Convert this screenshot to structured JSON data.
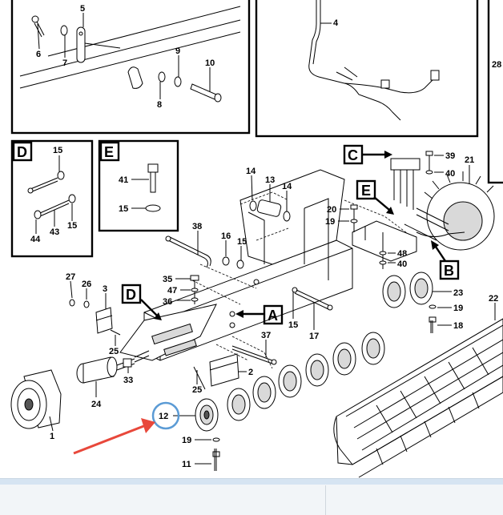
{
  "callouts": {
    "n1": "1",
    "n2": "2",
    "n3": "3",
    "n4": "4",
    "n5": "5",
    "n6": "6",
    "n7": "7",
    "n8": "8",
    "n9": "9",
    "n10": "10",
    "n11": "11",
    "n12": "12",
    "n13": "13",
    "n14a": "14",
    "n14b": "14",
    "n15a": "15",
    "n15b": "15",
    "n15c": "15",
    "n15d": "15",
    "n15e": "15",
    "n16": "16",
    "n17": "17",
    "n18": "18",
    "n19a": "19",
    "n19b": "19",
    "n19c": "19",
    "n20": "20",
    "n21": "21",
    "n22": "22",
    "n23": "23",
    "n24": "24",
    "n25a": "25",
    "n25b": "25",
    "n26": "26",
    "n27": "27",
    "n28": "28",
    "n33": "33",
    "n35": "35",
    "n36": "36",
    "n37": "37",
    "n38": "38",
    "n39": "39",
    "n40a": "40",
    "n40b": "40",
    "n41": "41",
    "n43": "43",
    "n44": "44",
    "n47": "47",
    "n48": "48"
  },
  "detail_letters": {
    "inset_d": "D",
    "inset_e": "E",
    "ref_c": "C",
    "ref_e": "E",
    "ref_b": "B",
    "ref_a": "A",
    "ref_d": "D"
  },
  "colors": {
    "highlight_circle": "#5b9bd5",
    "arrow": "#e8483b",
    "statusbar": "#f2f5f8",
    "statusbar_strip": "#d6e4f2"
  },
  "icons": {
    "highlight": "circle-highlight-icon",
    "pointer": "red-arrow-icon"
  }
}
